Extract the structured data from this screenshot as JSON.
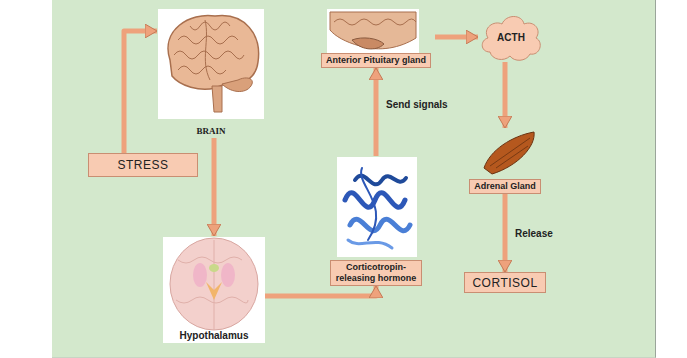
{
  "diagram": {
    "nodes": [
      {
        "text": [
          "STRESS"
        ]
      },
      {
        "text": [
          "BRAIN"
        ]
      },
      {
        "text": [
          "Hypothalamus"
        ]
      },
      {
        "text": [
          "Corticotropin-releasing hormone"
        ]
      },
      {
        "text": [
          "Anterior Pituitary gland"
        ]
      },
      {
        "text": [
          "ACTH"
        ]
      },
      {
        "text": [
          "Adrenal Gland"
        ]
      },
      {
        "text": [
          "CORTISOL"
        ]
      }
    ],
    "edges": [
      {
        "from": 0,
        "to": 1,
        "arrow": "to"
      },
      {
        "from": 1,
        "to": 2,
        "arrow": "to"
      },
      {
        "from": 2,
        "to": 3,
        "arrow": "to"
      },
      {
        "from": 3,
        "to": 4,
        "arrow": "to",
        "label": "Send signals"
      },
      {
        "from": 4,
        "to": 5,
        "arrow": "to"
      },
      {
        "from": 5,
        "to": 6,
        "arrow": "to"
      },
      {
        "from": 6,
        "to": 7,
        "arrow": "to",
        "label": "Release"
      }
    ]
  }
}
